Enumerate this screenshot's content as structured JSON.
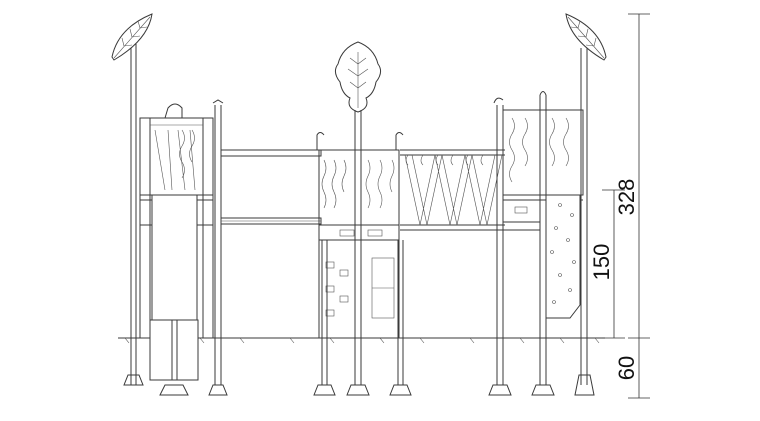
{
  "dimensions": {
    "total_height": "328",
    "platform_height": "150",
    "foundation_depth": "60"
  }
}
